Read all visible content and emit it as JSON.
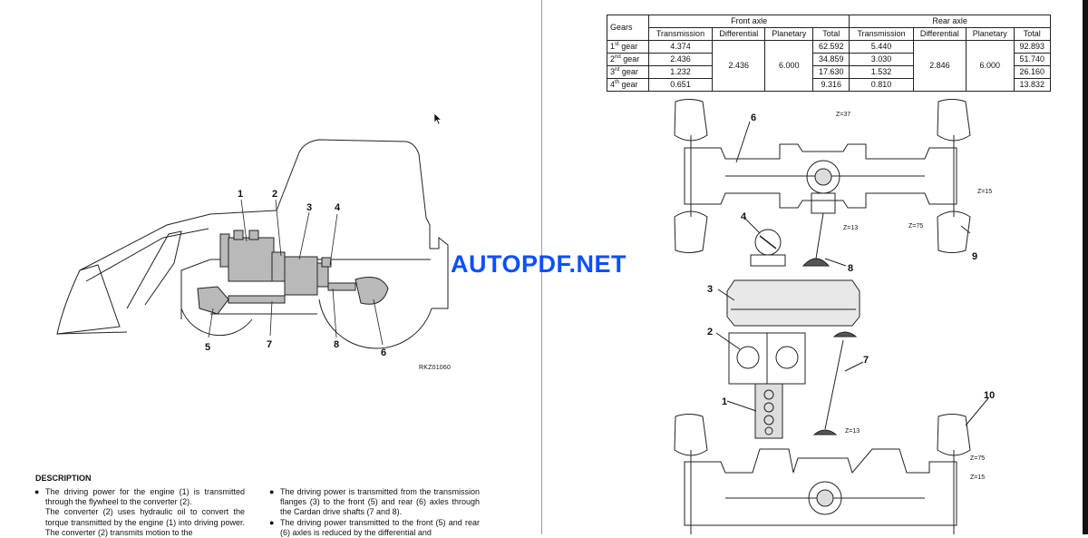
{
  "watermark": "AUTOPDF.NET",
  "table": {
    "gears_header": "Gears",
    "front_axle": "Front axle",
    "rear_axle": "Rear axle",
    "subheaders": [
      "Transmission",
      "Differential",
      "Planetary",
      "Total",
      "Transmission",
      "Differential",
      "Planetary",
      "Total"
    ],
    "rows": [
      {
        "gear_num": "1",
        "gear_sup": "st",
        "gear_word": " gear",
        "front_trans": "4.374",
        "front_total": "62.592",
        "rear_trans": "5.440",
        "rear_total": "92.893"
      },
      {
        "gear_num": "2",
        "gear_sup": "nd",
        "gear_word": " gear",
        "front_trans": "2.436",
        "front_total": "34.859",
        "rear_trans": "3.030",
        "rear_total": "51.740"
      },
      {
        "gear_num": "3",
        "gear_sup": "rd",
        "gear_word": " gear",
        "front_trans": "1.232",
        "front_total": "17.630",
        "rear_trans": "1.532",
        "rear_total": "26.160"
      },
      {
        "gear_num": "4",
        "gear_sup": "th",
        "gear_word": " gear",
        "front_trans": "0.651",
        "front_total": "9.316",
        "rear_trans": "0.810",
        "rear_total": "13.832"
      }
    ],
    "front_differential": "2.436",
    "front_planetary": "6.000",
    "rear_differential": "2.846",
    "rear_planetary": "6.000"
  },
  "left_figure": {
    "callouts": [
      "1",
      "2",
      "3",
      "4",
      "5",
      "7",
      "8",
      "6"
    ],
    "code": "RKZ01060"
  },
  "right_figure": {
    "callouts": [
      "6",
      "4",
      "8",
      "9",
      "3",
      "2",
      "7",
      "1",
      "10"
    ],
    "teeth": [
      "Z=37",
      "Z=13",
      "Z=15",
      "Z=75",
      "Z=13",
      "Z=75",
      "Z=15"
    ]
  },
  "description": {
    "heading": "DESCRIPTION",
    "col1": [
      "The driving power for the engine (1) is transmitted through the flywheel to the converter (2).",
      "The converter (2) uses hydraulic oil to convert the torque transmitted by the engine (1) into driving power. The converter (2) transmits motion to the"
    ],
    "col2": [
      "The driving power is transmitted from the transmission flanges (3) to the front (5) and rear (6) axles through the Cardan drive shafts (7 and 8).",
      "The driving power transmitted to the front (5) and rear (6) axles is reduced by the differential and"
    ]
  }
}
